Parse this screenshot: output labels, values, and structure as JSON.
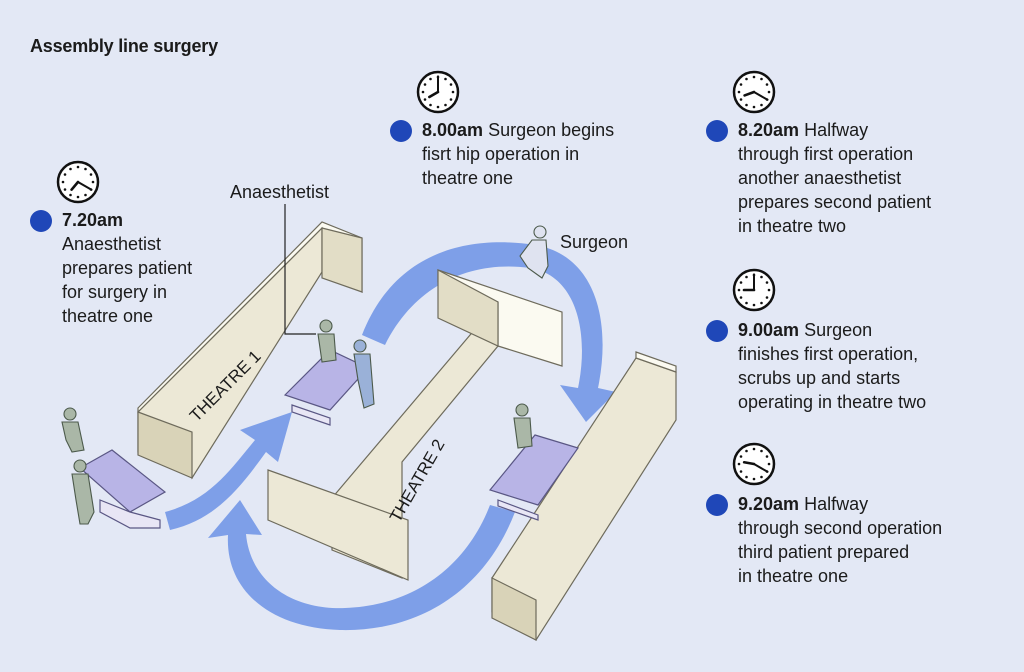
{
  "title": "Assembly line surgery",
  "labels": {
    "anaesthetist": "Anaesthetist",
    "surgeon": "Surgeon",
    "theatre1": "THEATRE 1",
    "theatre2": "THEATRE 2"
  },
  "events": [
    {
      "time": "7.20am",
      "lines": [
        "Anaesthetist",
        "prepares patient",
        "for surgery in",
        "theatre one"
      ],
      "clock": {
        "hour": 7,
        "minute": 20
      }
    },
    {
      "time": "8.00am",
      "lines": [
        "Surgeon begins",
        "fisrt hip operation in",
        "theatre one"
      ],
      "clock": {
        "hour": 8,
        "minute": 0
      }
    },
    {
      "time": "8.20am",
      "lines": [
        "Halfway",
        "through first operation",
        "another anaesthetist",
        "prepares second patient",
        "in theatre two"
      ],
      "clock": {
        "hour": 8,
        "minute": 20
      }
    },
    {
      "time": "9.00am",
      "lines": [
        "Surgeon",
        "finishes first operation,",
        "scrubs up and starts",
        "operating in theatre two"
      ],
      "clock": {
        "hour": 9,
        "minute": 0
      }
    },
    {
      "time": "9.20am",
      "lines": [
        "Halfway",
        "through second operation",
        "third patient prepared",
        "in theatre one"
      ],
      "clock": {
        "hour": 9,
        "minute": 20
      }
    }
  ],
  "colors": {
    "background": "#e3e8f5",
    "accent_dot": "#1f47b8",
    "arrow": "#7e9fe8",
    "wall_face": "#ece8d6",
    "wall_top": "#fbfaf1",
    "bed": "#b8b4e6",
    "staff": "#aab7a7"
  }
}
